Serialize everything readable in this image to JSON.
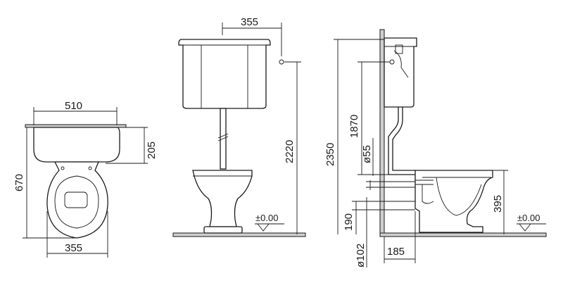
{
  "dimensions": {
    "front_width_top": "510",
    "front_height": "670",
    "front_tank_height": "205",
    "front_base_width": "355",
    "tank_offset": "355",
    "side_tank_height": "2220",
    "total_height": "2350",
    "pipe_height": "1870",
    "pipe_diameter": "ø55",
    "seat_height": "395",
    "outlet_height": "190",
    "outlet_diameter": "ø102",
    "wall_distance": "185",
    "level_mid": "±0.00",
    "level_right": "±0.00"
  }
}
